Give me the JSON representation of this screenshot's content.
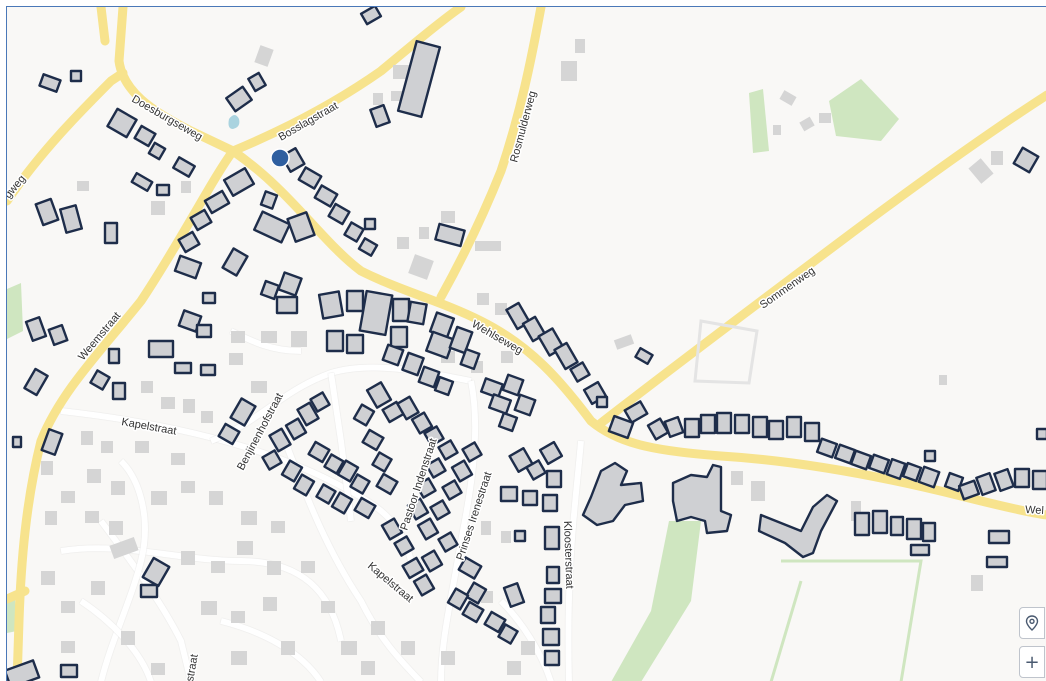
{
  "map": {
    "colors": {
      "background": "#f9f8f6",
      "major_road": "#f7e38d",
      "minor_road": "#ffffff",
      "minor_road_casing": "#d9d9d9",
      "green_area": "#cfe6c0",
      "water": "#aad3df",
      "building_highlight_fill": "#cfd0d3",
      "building_highlight_stroke": "#1e2d4a",
      "building_gray": "#d5d5d5",
      "location_marker": "#2f5fa0"
    },
    "street_labels": {
      "doesburgseweg": "Doesburgseweg",
      "bosslagstraat": "Bosslagstraat",
      "rosmulderweg": "Rosmulderweg",
      "sommenweg": "Sommenweg",
      "wehlseweg_1": "Wehlseweg",
      "wehlseweg_2": "Wel",
      "weemstraat": "Weemstraat",
      "kapelstraat_1": "Kapelstraat",
      "kapelstraat_2": "Kapelstraat",
      "benjinenhofstraat": "Benjinenhofstraat",
      "pastoor_indenstraat": "Pastoor Indenstraat",
      "prinses_irenestraat": "Prinses Irenestraat",
      "kloosterstraat": "Kloosterstraat",
      "edge_weg": "gweg",
      "edge_straat": "straat"
    },
    "controls": {
      "locate_icon": "map-pin-icon",
      "zoom_in_label": "+"
    }
  }
}
